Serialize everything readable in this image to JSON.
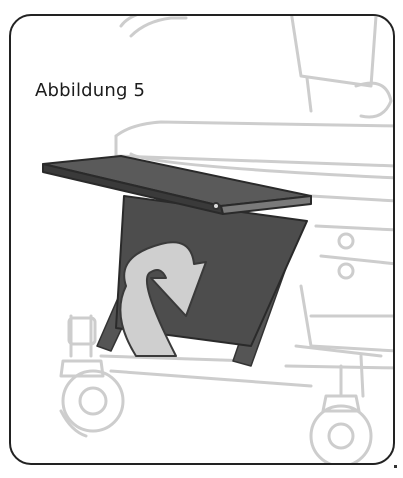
{
  "figure": {
    "caption": "Abbildung 5"
  },
  "illustration": {
    "subject": "chair-footrest-fold-diagram",
    "arrow_direction": "up-and-over",
    "colors": {
      "line": "#c9c9c9",
      "line_dark": "#4a4a4a",
      "panel_fill": "#4d4d4d",
      "arrow_fill": "#cfcfcf",
      "border": "#222222"
    }
  }
}
